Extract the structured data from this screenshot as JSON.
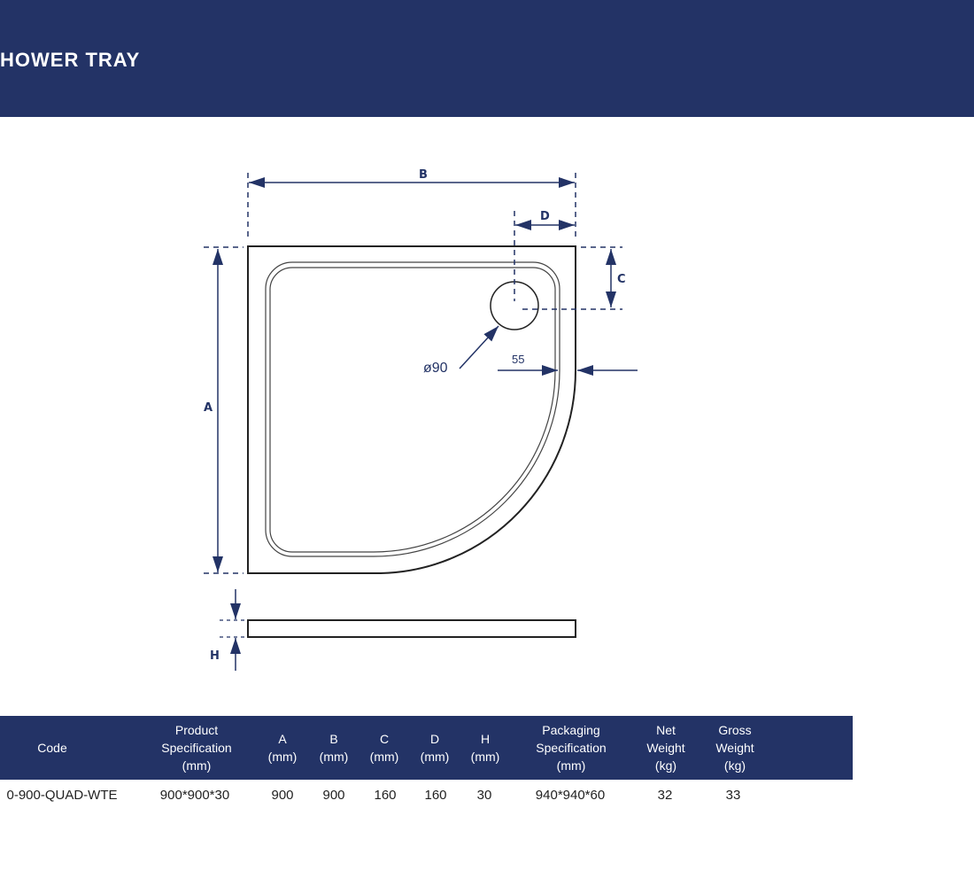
{
  "header": {
    "title": "HOWER TRAY"
  },
  "drawing": {
    "labels": {
      "a": "A",
      "b": "B",
      "c": "C",
      "d": "D",
      "h": "H",
      "waste_diameter": "ø90",
      "rim_width": "55"
    },
    "color": "#233366"
  },
  "table": {
    "headers": [
      "Code",
      "Product\nSpecification\n(mm)",
      "A\n(mm)",
      "B\n(mm)",
      "C\n(mm)",
      "D\n(mm)",
      "H\n(mm)",
      "Packaging\nSpecification\n(mm)",
      "Net\nWeight\n(kg)",
      "Gross\nWeight\n(kg)"
    ],
    "rows": [
      [
        "0-900-QUAD-WTE",
        "900*900*30",
        "900",
        "900",
        "160",
        "160",
        "30",
        "940*940*60",
        "32",
        "33"
      ]
    ]
  }
}
